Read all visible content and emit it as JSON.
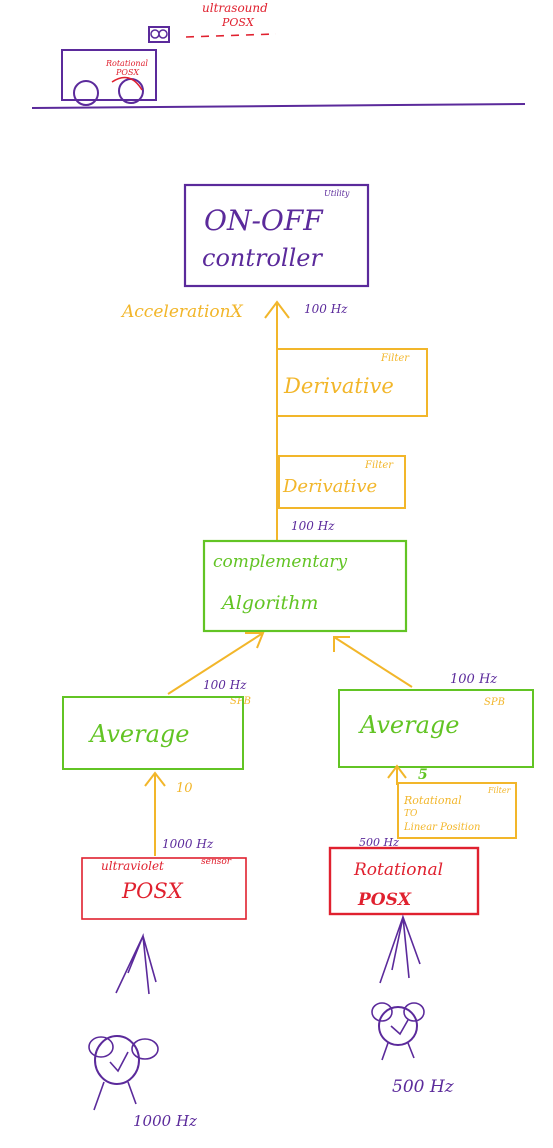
{
  "colors": {
    "purple": "#5b2a9b",
    "orange": "#f2b62a",
    "green": "#62c424",
    "red": "#e0212f",
    "white": "#ffffff"
  },
  "scene": {
    "ultrasound_label": "ultrasound",
    "ultrasound_pos": "POSX",
    "rotational_label": "Rotational",
    "rotational_pos": "POSX"
  },
  "controller": {
    "tag": "Utility",
    "line1": "ON-OFF",
    "line2": "controller",
    "output": "AccelerationX",
    "rate": "100 Hz"
  },
  "filters": [
    {
      "tag": "Filter",
      "label": "Derivative"
    },
    {
      "tag": "Filter",
      "label": "Derivative"
    }
  ],
  "complementary": {
    "rate": "100 Hz",
    "line1": "complementary",
    "line2": "Algorithm"
  },
  "left_branch": {
    "avg_rate": "100 Hz",
    "avg_tag": "SPB",
    "avg_label": "Average",
    "count": "10",
    "sensor_rate": "1000 Hz",
    "sensor_title": "ultraviolet",
    "sensor_tag": "sensor",
    "sensor_label": "POSX",
    "clock_rate": "1000 Hz"
  },
  "right_branch": {
    "avg_rate": "100 Hz",
    "avg_tag": "SPB",
    "avg_label": "Average",
    "count": "5",
    "conv_line1": "Rotational",
    "conv_line2": "TO",
    "conv_line3": "Linear Position",
    "conv_tag": "Filter",
    "sensor_rate": "500 Hz",
    "sensor_title": "Rotational",
    "sensor_label": "POSX",
    "clock_rate": "500 Hz"
  }
}
